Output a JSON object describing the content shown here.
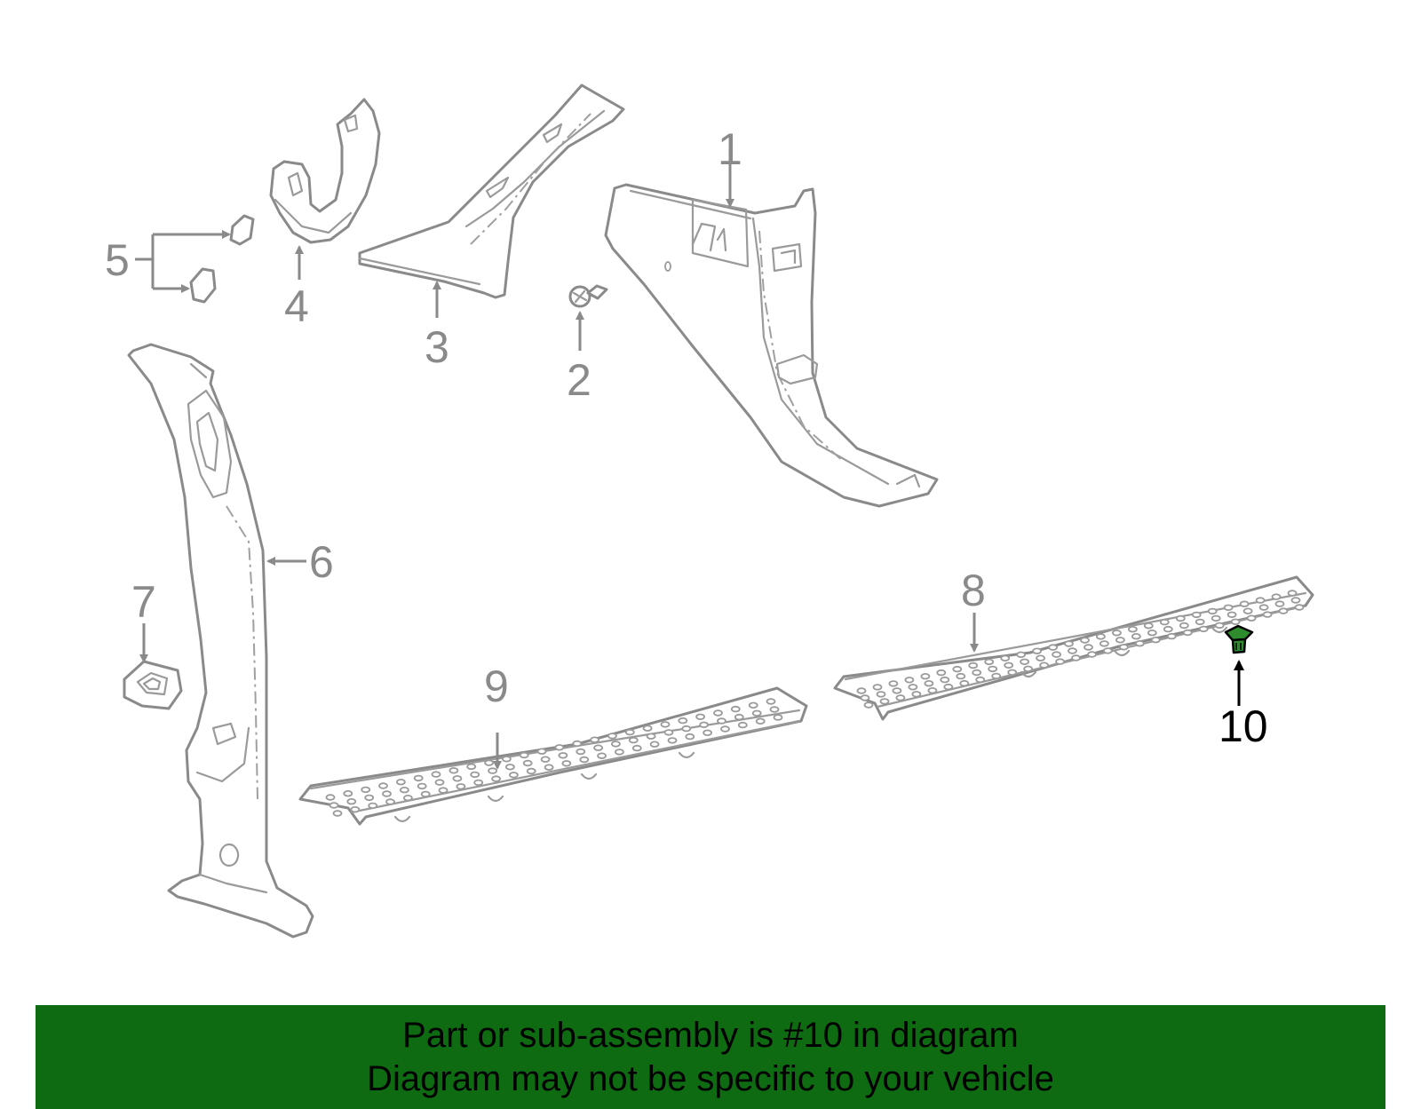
{
  "diagram": {
    "callouts": [
      "1",
      "2",
      "3",
      "4",
      "5",
      "6",
      "7",
      "8",
      "9",
      "10"
    ],
    "highlighted_callout": "10",
    "highlight_color": "#2e8b2e",
    "line_color": "#8a8a8a"
  },
  "banner": {
    "line1": "Part or sub-assembly is #10 in diagram",
    "line2": "Diagram may not be specific to your vehicle",
    "background_color": "#0e6b12"
  }
}
